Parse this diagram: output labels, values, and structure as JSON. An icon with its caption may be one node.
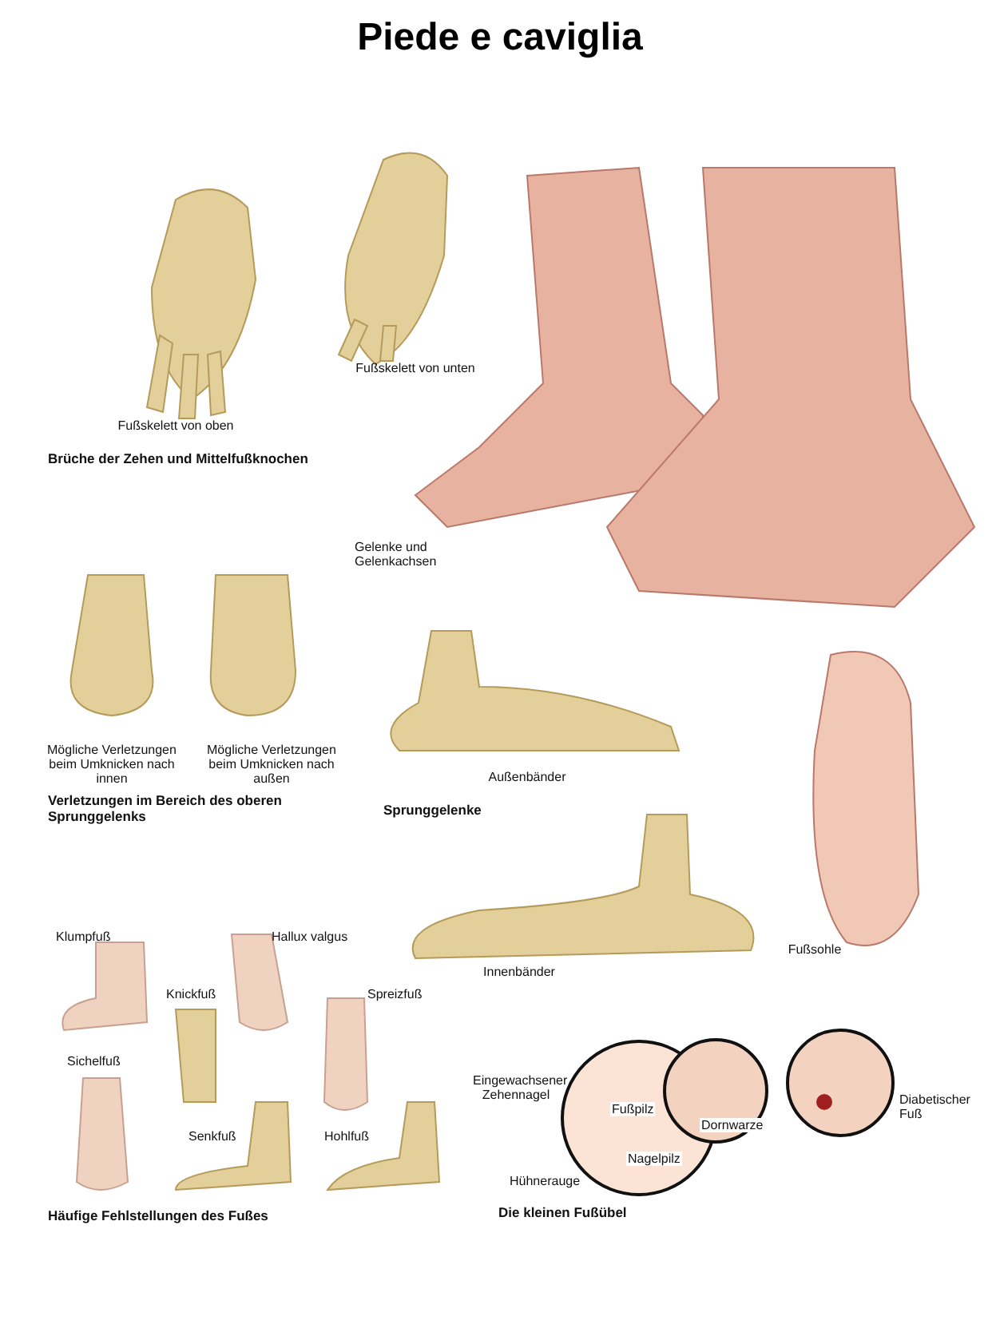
{
  "diagram": {
    "title": "Piede e caviglia",
    "labels": [
      "Fußskelett von oben",
      "Fußskelett von unten",
      "Brüche der Zehen und Mittelfußknochen",
      "Gelenke und Gelenkachsen",
      "Mögliche Verletzungen beim Umknicken nach innen",
      "Mögliche Verletzungen beim Umknicken nach außen",
      "Außenbänder",
      "Verletzungen im Bereich des oberen Sprunggelenks",
      "Sprunggelenke",
      "Fußsohle",
      "Innenbänder",
      "Klumpfuß",
      "Hallux valgus",
      "Knickfuß",
      "Spreizfuß",
      "Sichelfuß",
      "Senkfuß",
      "Hohlfuß",
      "Eingewachsener Zehennagel",
      "Fußpilz",
      "Dornwarze",
      "Hühnerauge",
      "Nagelpilz",
      "Diabetischer Fuß",
      "Häufige Fehlstellungen des Fußes",
      "Die kleinen Fußübel"
    ]
  }
}
